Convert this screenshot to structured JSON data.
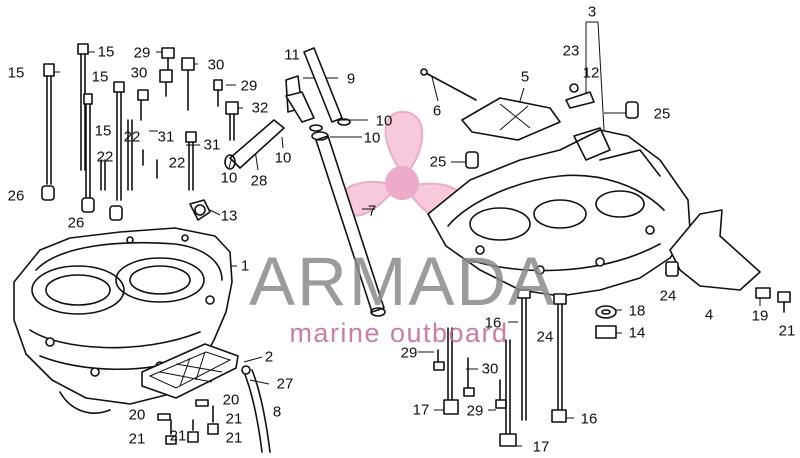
{
  "watermark": {
    "brand": "ARMADA",
    "tagline": "marine outboard",
    "color_brand": "#8a8a8a",
    "color_accent": "#e58fb8",
    "color_tagline": "#c0679a"
  },
  "callouts": [
    {
      "id": "c3",
      "text": "3"
    },
    {
      "id": "c23",
      "text": "23"
    },
    {
      "id": "c12",
      "text": "12"
    },
    {
      "id": "c5",
      "text": "5"
    },
    {
      "id": "c6",
      "text": "6"
    },
    {
      "id": "c25a",
      "text": "25"
    },
    {
      "id": "c25b",
      "text": "25"
    },
    {
      "id": "c11",
      "text": "11"
    },
    {
      "id": "c9",
      "text": "9"
    },
    {
      "id": "c10a",
      "text": "10"
    },
    {
      "id": "c10b",
      "text": "10"
    },
    {
      "id": "c10c",
      "text": "10"
    },
    {
      "id": "c10d",
      "text": "10"
    },
    {
      "id": "c28",
      "text": "28"
    },
    {
      "id": "c7",
      "text": "7"
    },
    {
      "id": "c15a",
      "text": "15"
    },
    {
      "id": "c15b",
      "text": "15"
    },
    {
      "id": "c15c",
      "text": "15"
    },
    {
      "id": "c15d",
      "text": "15"
    },
    {
      "id": "c29a",
      "text": "29"
    },
    {
      "id": "c30a",
      "text": "30"
    },
    {
      "id": "c30b",
      "text": "30"
    },
    {
      "id": "c29b",
      "text": "29"
    },
    {
      "id": "c32",
      "text": "32"
    },
    {
      "id": "c22a",
      "text": "22"
    },
    {
      "id": "c31a",
      "text": "31"
    },
    {
      "id": "c22b",
      "text": "22"
    },
    {
      "id": "c22c",
      "text": "22"
    },
    {
      "id": "c31b",
      "text": "31"
    },
    {
      "id": "c26a",
      "text": "26"
    },
    {
      "id": "c26b",
      "text": "26"
    },
    {
      "id": "c13",
      "text": "13"
    },
    {
      "id": "c1",
      "text": "1"
    },
    {
      "id": "c2",
      "text": "2"
    },
    {
      "id": "c27",
      "text": "27"
    },
    {
      "id": "c8",
      "text": "8"
    },
    {
      "id": "c20a",
      "text": "20"
    },
    {
      "id": "c20b",
      "text": "20"
    },
    {
      "id": "c21a",
      "text": "21"
    },
    {
      "id": "c21b",
      "text": "21"
    },
    {
      "id": "c21c",
      "text": "21"
    },
    {
      "id": "c21d",
      "text": "21"
    },
    {
      "id": "c4",
      "text": "4"
    },
    {
      "id": "c24a",
      "text": "24"
    },
    {
      "id": "c24b",
      "text": "24"
    },
    {
      "id": "c18",
      "text": "18"
    },
    {
      "id": "c14",
      "text": "14"
    },
    {
      "id": "c19",
      "text": "19"
    },
    {
      "id": "c21e",
      "text": "21"
    },
    {
      "id": "c16a",
      "text": "16"
    },
    {
      "id": "c16b",
      "text": "16"
    },
    {
      "id": "c29c",
      "text": "29"
    },
    {
      "id": "c30c",
      "text": "30"
    },
    {
      "id": "c17a",
      "text": "17"
    },
    {
      "id": "c29d",
      "text": "29"
    },
    {
      "id": "c17b",
      "text": "17"
    }
  ]
}
